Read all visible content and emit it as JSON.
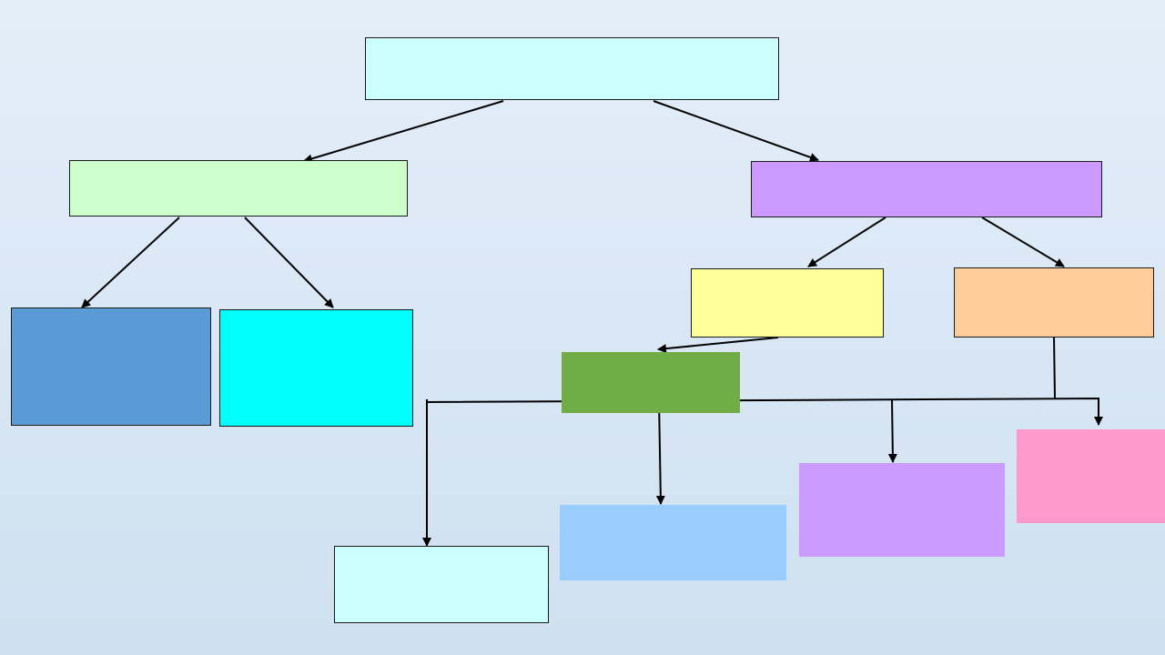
{
  "diagram": {
    "line_color": "#000000",
    "nodes": [
      {
        "id": "root",
        "label": "",
        "color": "#ccffff",
        "bordered": true
      },
      {
        "id": "left-branch",
        "label": "",
        "color": "#ccffcc",
        "bordered": true
      },
      {
        "id": "right-branch",
        "label": "",
        "color": "#cc99ff",
        "bordered": true
      },
      {
        "id": "left-child-1",
        "label": "",
        "color": "#5b9bd5",
        "bordered": true
      },
      {
        "id": "left-child-2",
        "label": "",
        "color": "#00ffff",
        "bordered": true
      },
      {
        "id": "right-child-1",
        "label": "",
        "color": "#ffff99",
        "bordered": true
      },
      {
        "id": "right-child-2",
        "label": "",
        "color": "#ffcc99",
        "bordered": true
      },
      {
        "id": "middle-node",
        "label": "",
        "color": "#70ad47",
        "bordered": false
      },
      {
        "id": "bottom-node-1",
        "label": "",
        "color": "#ccffff",
        "bordered": true
      },
      {
        "id": "bottom-node-2",
        "label": "",
        "color": "#99ccff",
        "bordered": false
      },
      {
        "id": "bottom-node-3",
        "label": "",
        "color": "#cc99ff",
        "bordered": false
      },
      {
        "id": "bottom-node-4",
        "label": "",
        "color": "#ff99cc",
        "bordered": false
      }
    ]
  }
}
